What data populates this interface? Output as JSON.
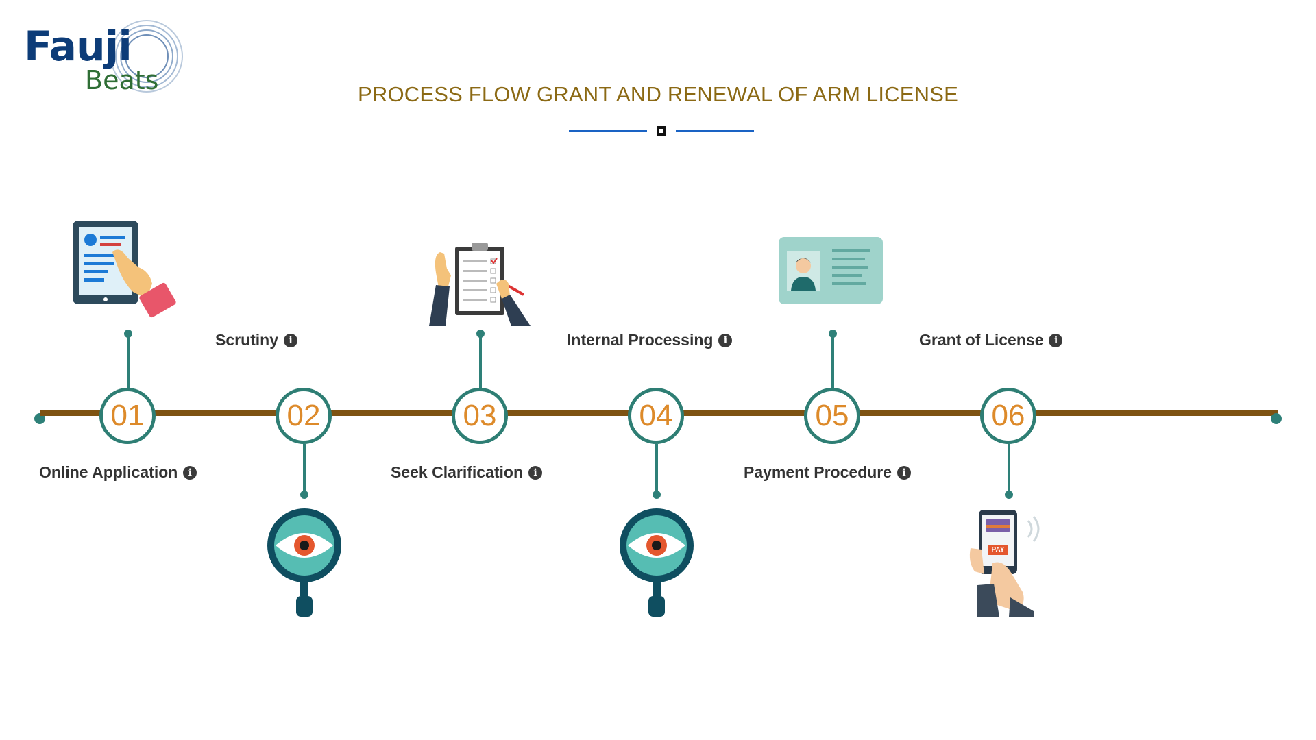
{
  "logo": {
    "word": "Fauji",
    "sub": "Beats"
  },
  "title": "PROCESS FLOW GRANT AND RENEWAL OF ARM LICENSE",
  "steps": [
    {
      "number": "01",
      "label": "Online Application",
      "icon": "tablet-form-icon"
    },
    {
      "number": "02",
      "label": "Scrutiny",
      "icon": "magnifier-eye-icon"
    },
    {
      "number": "03",
      "label": "Seek Clarification",
      "icon": "clipboard-checklist-icon"
    },
    {
      "number": "04",
      "label": "Internal Processing",
      "icon": "magnifier-eye-icon"
    },
    {
      "number": "05",
      "label": "Payment Procedure",
      "icon": "id-card-icon"
    },
    {
      "number": "06",
      "label": "Grant of License",
      "icon": "mobile-pay-icon"
    }
  ],
  "pay_text": "PAY",
  "colors": {
    "title": "#8b6914",
    "timeline": "#7e5312",
    "teal": "#2e7e74",
    "number": "#dd8a2a",
    "divider": "#1a63c4",
    "logo_blue": "#0d3c78",
    "logo_green": "#2f6e35"
  }
}
